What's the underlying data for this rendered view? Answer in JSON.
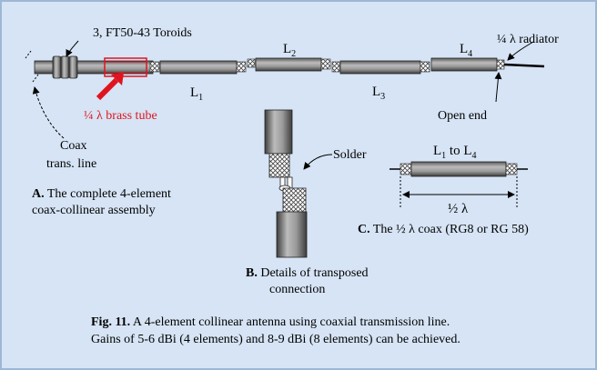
{
  "colors": {
    "background": "#d6e4f5",
    "border": "#9fb7d6",
    "accent": "#e0141e",
    "coax": "#808080"
  },
  "labels": {
    "toroids": "3, FT50-43 Toroids",
    "brass_tube": "¼ λ brass tube",
    "radiator": "¼ λ radiator",
    "l1": "L",
    "l1_sub": "1",
    "l2": "L",
    "l2_sub": "2",
    "l3": "L",
    "l3_sub": "3",
    "l4": "L",
    "l4_sub": "4",
    "open_end": "Open end",
    "coax_line_1": "Coax",
    "coax_line_2": "trans. line",
    "solder": "Solder",
    "l1_to_l4_a": "L",
    "l1_to_l4_s1": "1",
    "l1_to_l4_b": " to L",
    "l1_to_l4_s2": "4",
    "half_lambda": "½ λ"
  },
  "captions": {
    "a_bold": "A.",
    "a_text": " The complete 4-element",
    "a_text2": "coax-collinear assembly",
    "b_bold": "B.",
    "b_text": " Details of transposed",
    "b_text2": "connection",
    "c_bold": "C.",
    "c_text": " The ½ λ coax (RG8 or RG 58)"
  },
  "figure": {
    "label": "Fig. 11.",
    "line1": " A 4-element collinear antenna using coaxial transmission line.",
    "line2": "Gains of 5-6 dBi (4 elements) and 8-9 dBi (8 elements) can be achieved."
  }
}
